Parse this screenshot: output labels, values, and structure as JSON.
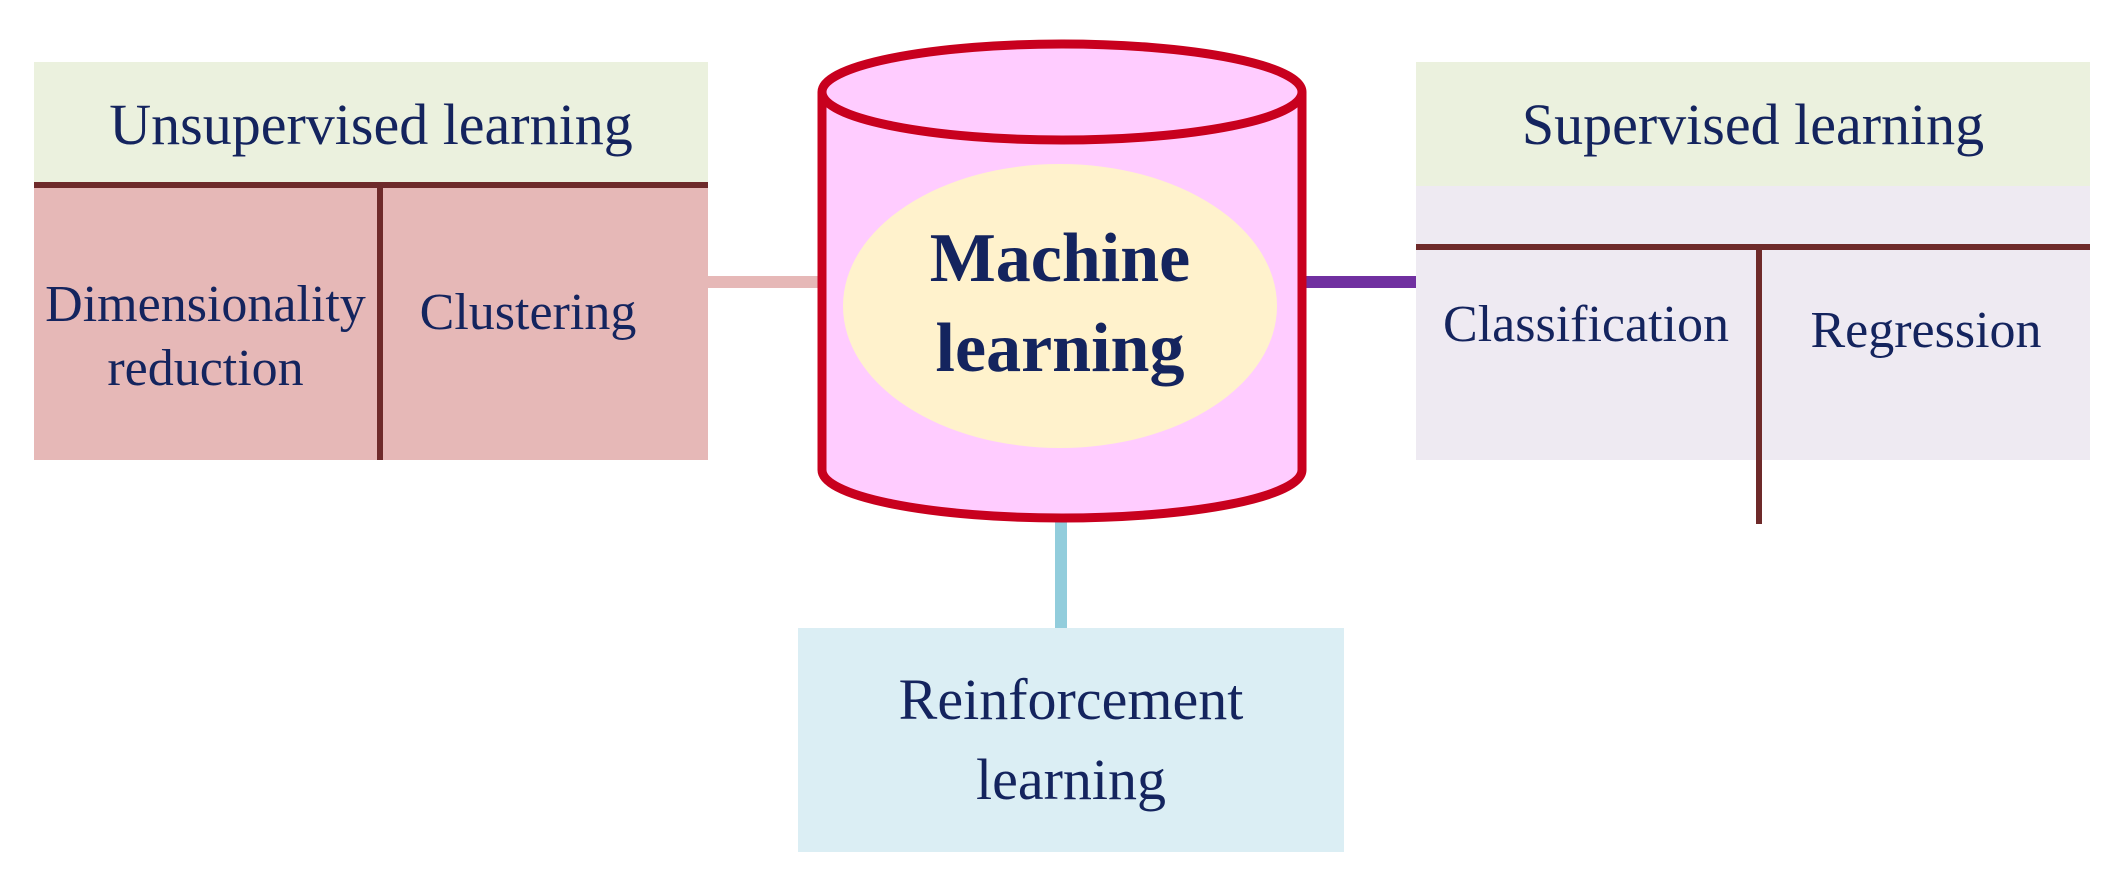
{
  "center": {
    "line1": "Machine",
    "line2": "learning"
  },
  "unsupervised": {
    "title": "Unsupervised learning",
    "items": [
      {
        "line1": "Dimensionality",
        "line2": "reduction"
      },
      {
        "line1": "Clustering",
        "line2": ""
      }
    ]
  },
  "supervised": {
    "title": "Supervised learning",
    "items": [
      {
        "line1": "Classification",
        "line2": ""
      },
      {
        "line1": "Regression",
        "line2": ""
      }
    ]
  },
  "reinforcement": {
    "line1": "Reinforcement",
    "line2": "learning"
  },
  "colors": {
    "cylinder_fill": "#ffccff",
    "cylinder_stroke": "#c8001e",
    "ellipse_fill": "#fff2cc",
    "header_fill": "#ebf1de",
    "unsupervised_fill": "#e6b8b7",
    "supervised_fill": "#eeeaf2",
    "reinforcement_fill": "#dbeef4",
    "left_connector": "#e6b8b7",
    "right_connector": "#7030a0",
    "bottom_connector": "#92cddc",
    "text": "#14245e"
  }
}
